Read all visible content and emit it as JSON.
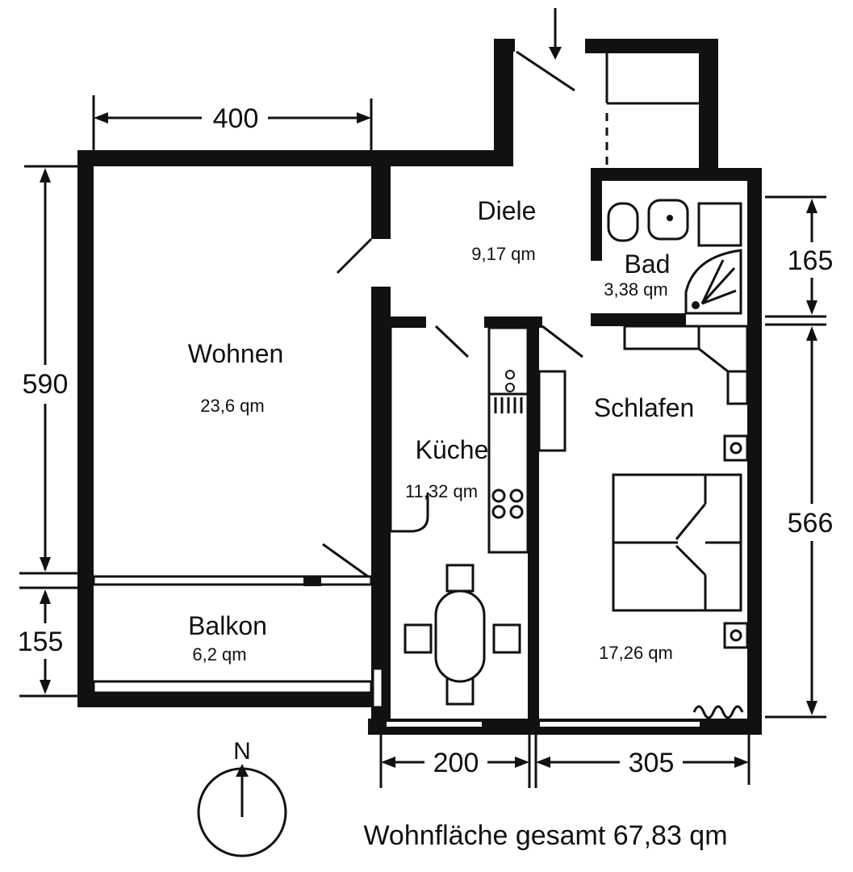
{
  "plan": {
    "rooms": [
      {
        "id": "wohnen",
        "name": "Wohnen",
        "area": "23,6 qm"
      },
      {
        "id": "diele",
        "name": "Diele",
        "area": "9,17 qm"
      },
      {
        "id": "bad",
        "name": "Bad",
        "area": "3,38 qm"
      },
      {
        "id": "kueche",
        "name": "Küche",
        "area": "11,32 qm"
      },
      {
        "id": "schlafen",
        "name": "Schlafen",
        "area": "17,26 qm"
      },
      {
        "id": "balkon",
        "name": "Balkon",
        "area": "6,2 qm"
      }
    ],
    "dimensions": {
      "top": "400",
      "left_upper": "590",
      "left_lower": "155",
      "right_upper": "165",
      "right_lower": "566",
      "bottom_left": "200",
      "bottom_right": "305"
    },
    "compass": "N",
    "total": "Wohnfläche gesamt 67,83 qm"
  }
}
